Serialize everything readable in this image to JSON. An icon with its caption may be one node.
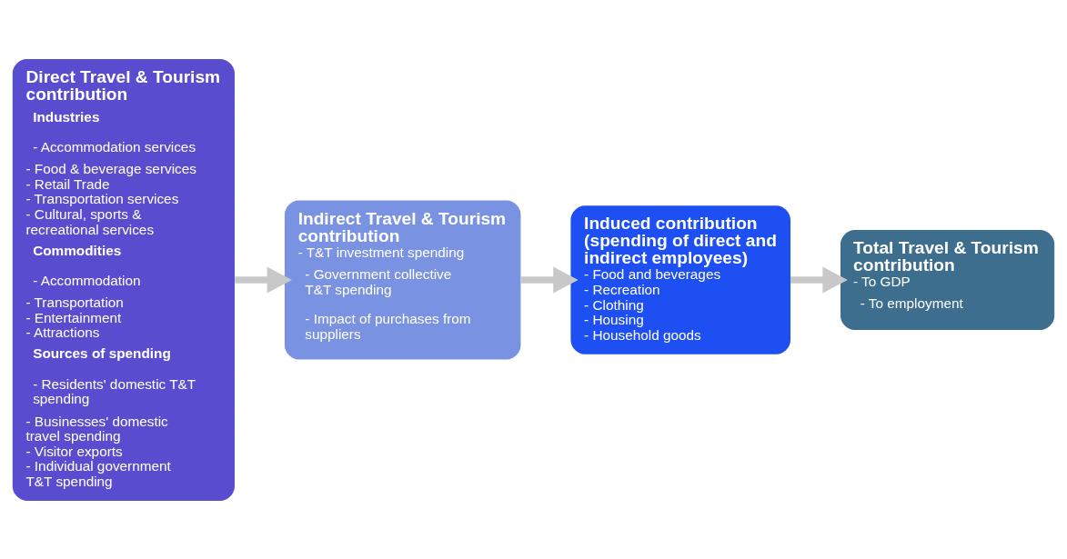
{
  "diagram": {
    "nodes": [
      {
        "text": [
          "Direct Travel & Tourism contribution",
          "Industries",
          "- Accommodation services",
          "- Food & beverage services",
          "- Retail Trade",
          "- Transportation services",
          "- Cultural, sports & recreational services",
          "Commodities",
          "- Accommodation",
          "- Transportation",
          "- Entertainment",
          "- Attractions",
          "Sources of spending",
          "- Residents' domestic T&T spending",
          "- Businesses' domestic travel spending",
          "- Visitor exports",
          "- Individual government T&T spending"
        ]
      },
      {
        "text": [
          "Indirect Travel & Tourism contribution",
          "- T&T investment spending",
          "- Government collective T&T spending",
          "- Impact of purchases from suppliers"
        ]
      },
      {
        "text": [
          "Induced contribution (spending of direct and indirect employees)",
          "- Food and beverages",
          "- Recreation",
          "- Clothing",
          "- Housing",
          "- Household goods"
        ]
      },
      {
        "text": [
          "Total Travel & Tourism contribution",
          "- To GDP",
          "- To employment"
        ]
      }
    ],
    "edges": [
      {
        "from": 0,
        "to": 1,
        "arrow": "to"
      },
      {
        "from": 1,
        "to": 2,
        "arrow": "to"
      },
      {
        "from": 2,
        "to": 3,
        "arrow": "to"
      }
    ]
  }
}
